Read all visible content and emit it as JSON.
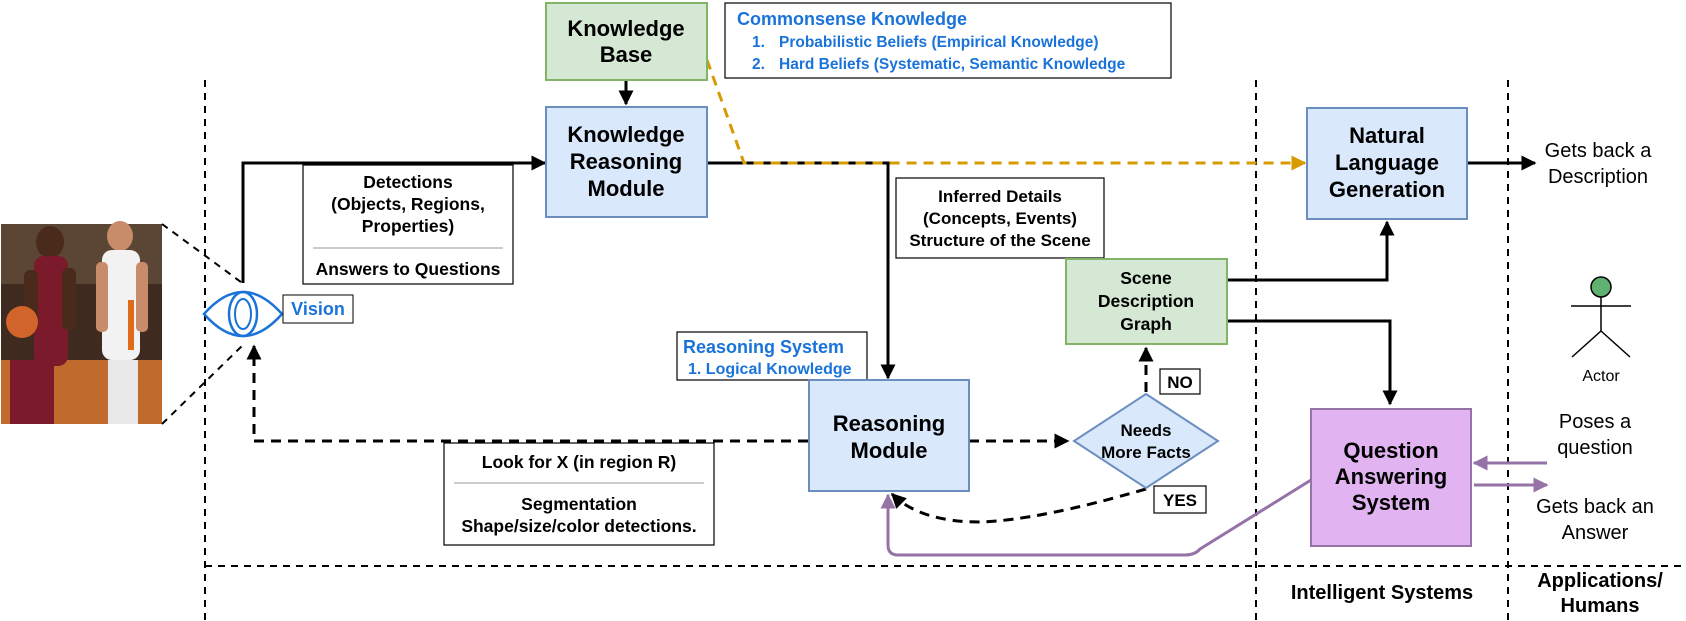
{
  "colors": {
    "module_fill": "#dae8fc",
    "module_stroke": "#6c8ebf",
    "green_fill": "#d5e8d4",
    "green_stroke": "#82b366",
    "purple_fill": "#e1b3f0",
    "purple_stroke": "#9673a6",
    "accent_blue": "#1a73d9",
    "dashed_gold": "#d79b00",
    "purple_line": "#9673a6",
    "actor_head": "#60b070"
  },
  "icons": {
    "vision": "eye-icon",
    "actor": "actor-stick-figure-icon",
    "photo": "basketball-players-photo"
  },
  "nodes": {
    "knowledge_base": [
      "Knowledge",
      "Base"
    ],
    "kr_module": [
      "Knowledge",
      "Reasoning",
      "Module"
    ],
    "nlg": [
      "Natural",
      "Language",
      "Generation"
    ],
    "reasoning_module": [
      "Reasoning",
      "Module"
    ],
    "scene_graph": [
      "Scene",
      "Description",
      "Graph"
    ],
    "needs_facts": [
      "Needs",
      "More Facts"
    ],
    "qa_system": [
      "Question",
      "Answering",
      "System"
    ]
  },
  "commonsense": {
    "title": "Commonsense Knowledge",
    "items": [
      "Probabilistic Beliefs (Empirical Knowledge)",
      "Hard Beliefs (Systematic, Semantic Knowledge"
    ]
  },
  "reasoning_system": {
    "title": "Reasoning System",
    "items": [
      "1. Logical Knowledge"
    ]
  },
  "detections_box": {
    "lines": [
      "Detections",
      "(Objects, Regions,",
      "Properties)"
    ],
    "answers": "Answers to Questions"
  },
  "inferred_box": {
    "lines": [
      "Inferred Details",
      "(Concepts, Events)",
      "Structure of the Scene"
    ]
  },
  "look_box": {
    "top": "Look for X (in region R)",
    "bottom": [
      "Segmentation",
      "Shape/size/color detections."
    ]
  },
  "labels": {
    "vision": "Vision",
    "no": "NO",
    "yes": "YES",
    "actor": "Actor",
    "description": [
      "Gets back a",
      "Description"
    ],
    "question": [
      "Poses a",
      "question"
    ],
    "answer": [
      "Gets back an",
      "Answer"
    ]
  },
  "regions": {
    "intelligent_systems": "Intelligent Systems",
    "applications": [
      "Applications/",
      "Humans"
    ]
  }
}
